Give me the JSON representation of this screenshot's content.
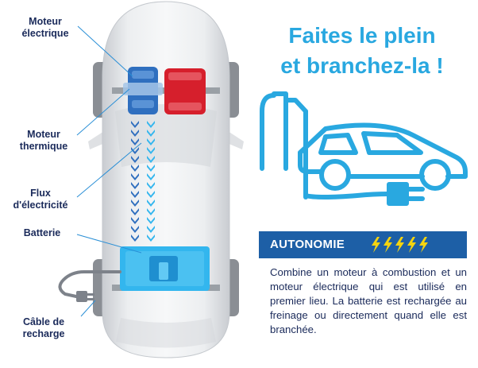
{
  "labels": {
    "electric_motor": "Moteur électrique",
    "thermal_motor": "Moteur thermique",
    "electricity_flow": "Flux d'électricité",
    "battery": "Batterie",
    "charging_cable": "Câble de recharge"
  },
  "headline": {
    "line1": "Faites le plein",
    "line2": "et branchez-la !"
  },
  "autonomy": {
    "title": "AUTONOMIE",
    "bolt_count": 5
  },
  "description": "Combine un moteur à combustion et un moteur électrique qui est utilisé en premier lieu. La batterie est rechargée au freinage ou directement quand elle est branchée.",
  "colors": {
    "accent": "#29a8e0",
    "dark_blue": "#1d5fa6",
    "motor_blue": "#2f6fbf",
    "motor_red": "#d61f2c",
    "bolt_yellow": "#f5d40f",
    "battery_blue": "#33b6ee",
    "text_dark": "#1a2a5a"
  },
  "icons": [
    "car-top-view-icon",
    "electric-motor-icon",
    "thermal-motor-icon",
    "electricity-flow-icon",
    "battery-icon",
    "charging-cable-icon",
    "fuel-pump-icon",
    "car-side-icon",
    "plug-icon",
    "lightning-bolt-icon"
  ]
}
